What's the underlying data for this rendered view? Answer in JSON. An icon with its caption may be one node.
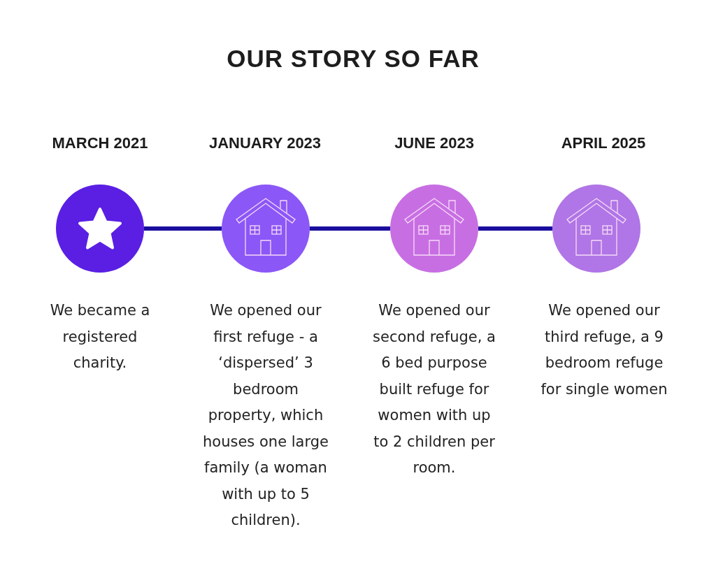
{
  "diagram": {
    "title": "OUR STORY SO FAR",
    "nodes": [
      {
        "text": [
          "MARCH 2021"
        ],
        "beside": [
          "We became a registered charity."
        ]
      },
      {
        "text": [
          "JANUARY 2023"
        ],
        "beside": [
          "We opened our first refuge - a ‘dispersed’ 3 bedroom property, which houses one large family (a woman with up to 5 children)."
        ]
      },
      {
        "text": [
          "JUNE 2023"
        ],
        "beside": [
          "We opened our second refuge, a 6 bed purpose built refuge for women with up to 2 children per room."
        ]
      },
      {
        "text": [
          "APRIL 2025"
        ],
        "beside": [
          "We opened our third refuge, a 9 bedroom refuge for single women"
        ]
      }
    ],
    "edges": [
      {
        "from": 0,
        "to": 1,
        "arrow": "none"
      },
      {
        "from": 1,
        "to": 2,
        "arrow": "none"
      },
      {
        "from": 2,
        "to": 3,
        "arrow": "none"
      }
    ]
  }
}
